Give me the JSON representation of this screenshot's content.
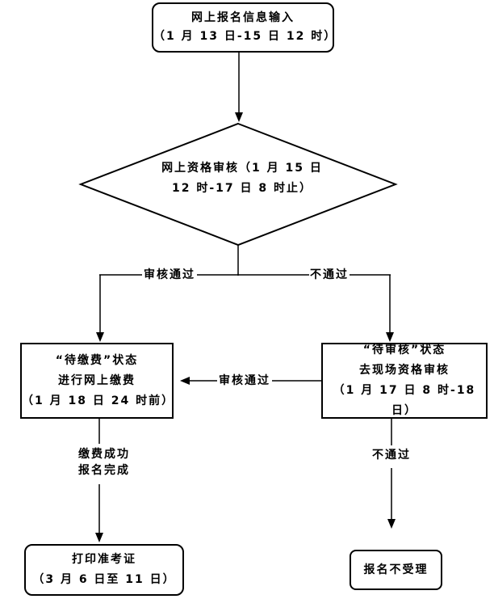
{
  "colors": {
    "line": "#000000",
    "background": "#ffffff",
    "text": "#000000"
  },
  "nodes": {
    "start": {
      "lines": [
        "网上报名信息输入",
        "（1 月 13 日-15 日 12 时）"
      ]
    },
    "review": {
      "lines": [
        "网上资格审核（1 月 15 日",
        "12 时-17 日 8 时止）"
      ]
    },
    "pay": {
      "lines": [
        "“待缴费”状态",
        "进行网上缴费",
        "（1 月 18 日 24 时前）"
      ]
    },
    "onsite": {
      "lines": [
        "“待审核”状态",
        "去现场资格审核",
        "（1 月 17 日 8 时-18 日）"
      ]
    },
    "print": {
      "lines": [
        "打印准考证",
        "（3 月 6 日至 11 日）"
      ]
    },
    "reject": {
      "lines": [
        "报名不受理"
      ]
    }
  },
  "edges": {
    "pass_left": "审核通过",
    "fail_right": "不通过",
    "onsite_pass": "审核通过",
    "pay_done": [
      "缴费成功",
      "报名完成"
    ],
    "fail_down": "不通过"
  }
}
